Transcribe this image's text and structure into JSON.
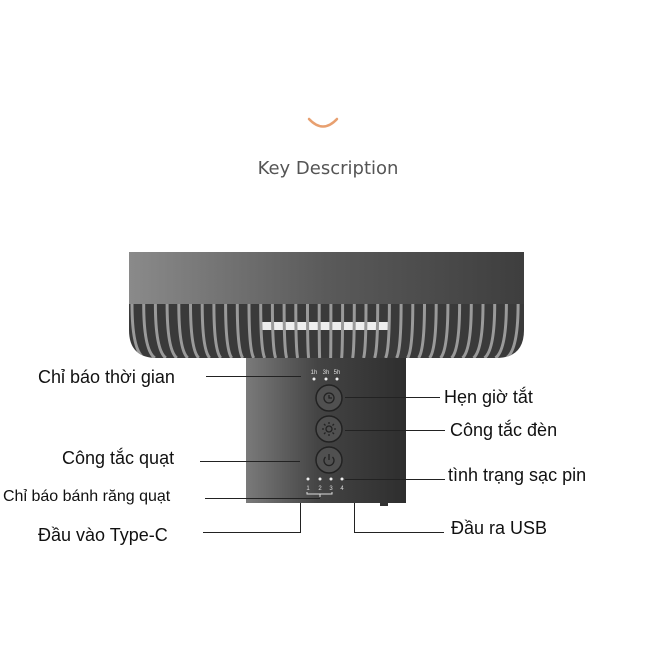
{
  "header": {
    "title": "Key Description",
    "accent_color": "#e8a070"
  },
  "device": {
    "body_color": "#4a4a4a",
    "timer_marks": [
      "1h",
      "3h",
      "5h"
    ],
    "gear_marks": [
      "1",
      "2",
      "3",
      "4"
    ],
    "buttons": [
      {
        "icon": "clock-icon"
      },
      {
        "icon": "sun-icon"
      },
      {
        "icon": "power-icon"
      }
    ]
  },
  "labels": {
    "timer_indicator": "Chỉ báo thời gian",
    "timer_off": "Hẹn giờ tắt",
    "light_switch": "Công tắc đèn",
    "fan_switch": "Công tắc quạt",
    "charging_status": "tình trạng sạc pin",
    "gear_indicator": "Chỉ báo bánh răng quạt",
    "type_c_input": "Đầu vào Type-C",
    "usb_output": "Đầu ra USB"
  }
}
